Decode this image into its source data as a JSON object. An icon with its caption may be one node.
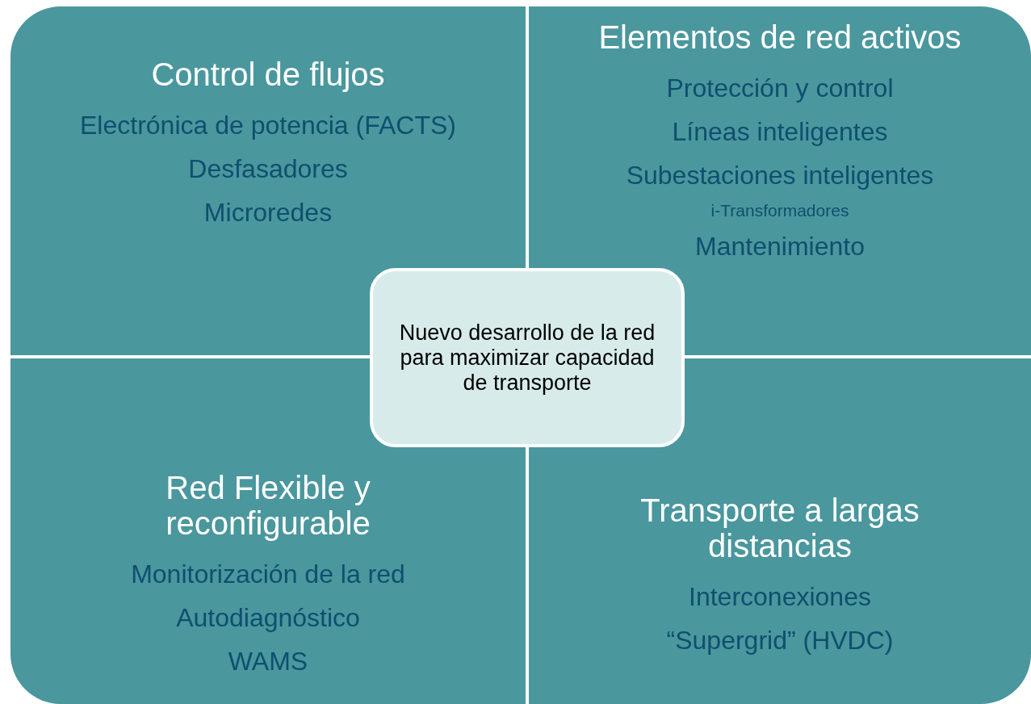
{
  "diagram": {
    "nodes": [
      {
        "text": [
          "Control de flujos",
          "Electrónica de potencia (FACTS)",
          "Desfasadores",
          "Microredes"
        ]
      },
      {
        "text": [
          "Elementos de red activos",
          "Protección y control",
          "Líneas inteligentes",
          "Subestaciones inteligentes",
          "i-Transformadores",
          "Mantenimiento"
        ]
      },
      {
        "text": [
          "Red Flexible y reconfigurable",
          "Monitorización de la red",
          "Autodiagnóstico",
          "WAMS"
        ]
      },
      {
        "text": [
          "Transporte a largas distancias",
          "Interconexiones",
          "“Supergrid” (HVDC)"
        ]
      },
      {
        "text": [
          "Nuevo desarrollo de la red para maximizar capacidad de transporte"
        ]
      }
    ]
  }
}
